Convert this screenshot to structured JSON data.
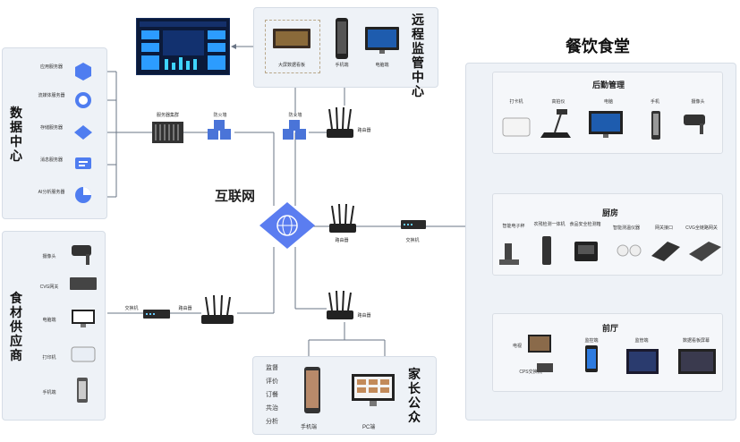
{
  "title": "餐饮食堂",
  "internet": "互联网",
  "remote": {
    "title": "远程监管中心",
    "items": [
      "大屏数据看板",
      "手机端",
      "电脑端"
    ]
  },
  "data_center": {
    "title": "数据中心",
    "items": [
      "应用服务器",
      "流媒体服务器",
      "存储服务器",
      "消息服务器",
      "AI分析服务器"
    ]
  },
  "supplier": {
    "title": "食材供应商",
    "items": [
      "摄像头",
      "CVG网关",
      "电脑端",
      "打印机",
      "手机端"
    ]
  },
  "parents": {
    "title": "家长公众",
    "functions": [
      "监督",
      "评价",
      "订餐",
      "共治",
      "分析"
    ],
    "devices": [
      "手机端",
      "PC端"
    ]
  },
  "backoffice": {
    "title": "后勤管理",
    "items": [
      "打卡机",
      "高拍仪",
      "电脑",
      "手机",
      "摄像头"
    ]
  },
  "kitchen": {
    "title": "厨房",
    "items": [
      "智能电子秤",
      "农残检测一体机",
      "食品安全检测箱",
      "智能测温仪器",
      "网关接口",
      "CVG全链路网关"
    ]
  },
  "front": {
    "title": "前厅",
    "items": [
      "电视",
      "监控端",
      "CPS交换机",
      "监管端",
      "数据看板屏幕"
    ]
  },
  "network": {
    "server_cluster": "服务器集群",
    "firewall1": "防火墙",
    "firewall2": "防火墙",
    "router_top": "路由器",
    "router_mid": "路由器",
    "switch_mid": "交换机",
    "router_bottom": "路由器",
    "switch_left": "交换机",
    "router_left": "路由器"
  }
}
